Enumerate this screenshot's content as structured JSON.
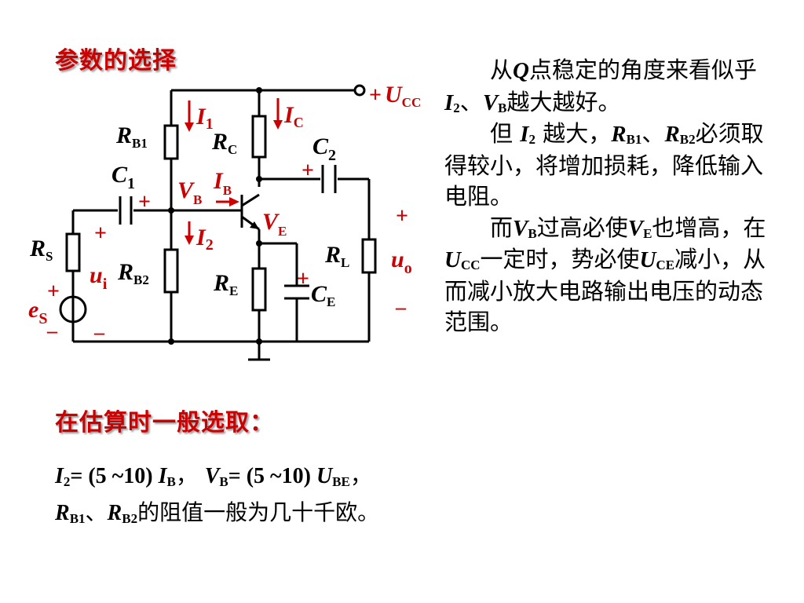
{
  "title": "参数的选择",
  "subtitle": "在估算时一般选取：",
  "circuit": {
    "ucc_plus": "+",
    "ucc": {
      "main": "U",
      "sub": "CC"
    },
    "i1": {
      "main": "I",
      "sub": "1"
    },
    "ic": {
      "main": "I",
      "sub": "C"
    },
    "rb1": {
      "main": "R",
      "sub": "B1"
    },
    "rc": {
      "main": "R",
      "sub": "C"
    },
    "c2": {
      "main": "C",
      "sub": "2"
    },
    "c1": {
      "main": "C",
      "sub": "1"
    },
    "c1_plus": "+",
    "c2_plus": "+",
    "vb": {
      "main": "V",
      "sub": "B"
    },
    "ib": {
      "main": "I",
      "sub": "B"
    },
    "ve": {
      "main": "V",
      "sub": "E"
    },
    "out_plus": "+",
    "in_plus": "+",
    "i2": {
      "main": "I",
      "sub": "2"
    },
    "rs": {
      "main": "R",
      "sub": "S"
    },
    "rl": {
      "main": "R",
      "sub": "L"
    },
    "uo": {
      "main": "u",
      "sub": "o"
    },
    "ui": {
      "main": "u",
      "sub": "i"
    },
    "rb2": {
      "main": "R",
      "sub": "B2"
    },
    "re": {
      "main": "R",
      "sub": "E"
    },
    "ce_plus": "+",
    "ce": {
      "main": "C",
      "sub": "E"
    },
    "es_plus": "+",
    "es": {
      "main": "e",
      "sub": "S"
    },
    "es_minus": "–",
    "in_minus": "–",
    "out_minus": "–",
    "colors": {
      "wire": "#000000",
      "arrow": "#cc0000",
      "text": "#cc0000",
      "label": "#000000"
    }
  },
  "paragraph": {
    "p1": {
      "a": "从",
      "q": "Q",
      "b": "点稳定的角度来看似乎",
      "i2": "I",
      "i2s": "2",
      "c": "、",
      "vb": "V",
      "vbs": "B",
      "d": "越大越好。"
    },
    "p2": {
      "a": "但 ",
      "i2": "I",
      "i2s": "2",
      "b": " 越大，",
      "rb1": "R",
      "rb1s": "B1",
      "c": "、",
      "rb2": "R",
      "rb2s": "B2",
      "d": "必须取得较小，将增加损耗，降低输入电阻。"
    },
    "p3": {
      "a": "而",
      "vb": "V",
      "vbs": "B",
      "b": "过高必使",
      "ve": "V",
      "ves": "E",
      "c": "也增高，在",
      "ucc": "U",
      "uccs": "CC",
      "d": "一定时，势必使",
      "uce": "U",
      "uces": "CE",
      "e": "减小，从而减小放大电路输出电压的动态范围。"
    }
  },
  "formula": {
    "line1": {
      "i2": "I",
      "i2s": "2",
      "eq1": "= (5 ~10) ",
      "ib": "I",
      "ibs": "B",
      "sep": "， ",
      "vb": "V",
      "vbs": "B",
      "eq2": "= (5 ~10) ",
      "ube": "U",
      "ubes": "BE",
      "end": "，"
    },
    "line2": {
      "rb1": "R",
      "rb1s": "B1",
      "sep": "、",
      "rb2": "R",
      "rb2s": "B2",
      "text": "的阻值一般为几十千欧。"
    }
  }
}
